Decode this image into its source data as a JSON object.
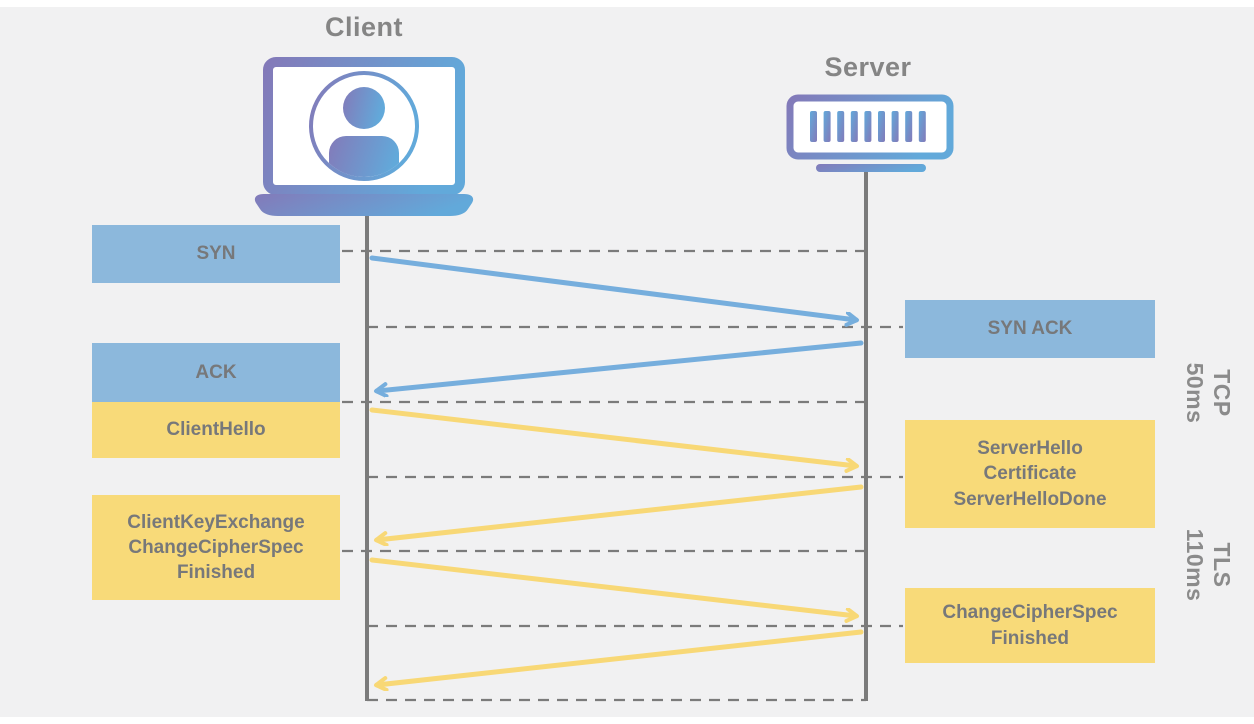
{
  "diagram": {
    "actors": {
      "client": "Client",
      "server": "Server"
    },
    "messages": {
      "syn": "SYN",
      "syn_ack": "SYN ACK",
      "ack": "ACK",
      "client_hello": "ClientHello",
      "server_hello": "ServerHello\nCertificate\nServerHelloDone",
      "client_key_exchange": "ClientKeyExchange\nChangeCipherSpec\nFinished",
      "change_cipher_spec": "ChangeCipherSpec\nFinished"
    },
    "phases": {
      "tcp": {
        "name": "TCP",
        "duration": "50ms"
      },
      "tls": {
        "name": "TLS",
        "duration": "110ms"
      }
    },
    "colors": {
      "tcp_box": "#8cb8dc",
      "tls_box": "#f8da79",
      "tcp_arrow": "#76aedd",
      "tls_arrow": "#f8d876",
      "box_text": "#77787a",
      "lifeline": "#7b7b7b",
      "icon_gradient_start": "#837ab9",
      "icon_gradient_end": "#62a9da",
      "background": "#f1f1f2"
    }
  }
}
